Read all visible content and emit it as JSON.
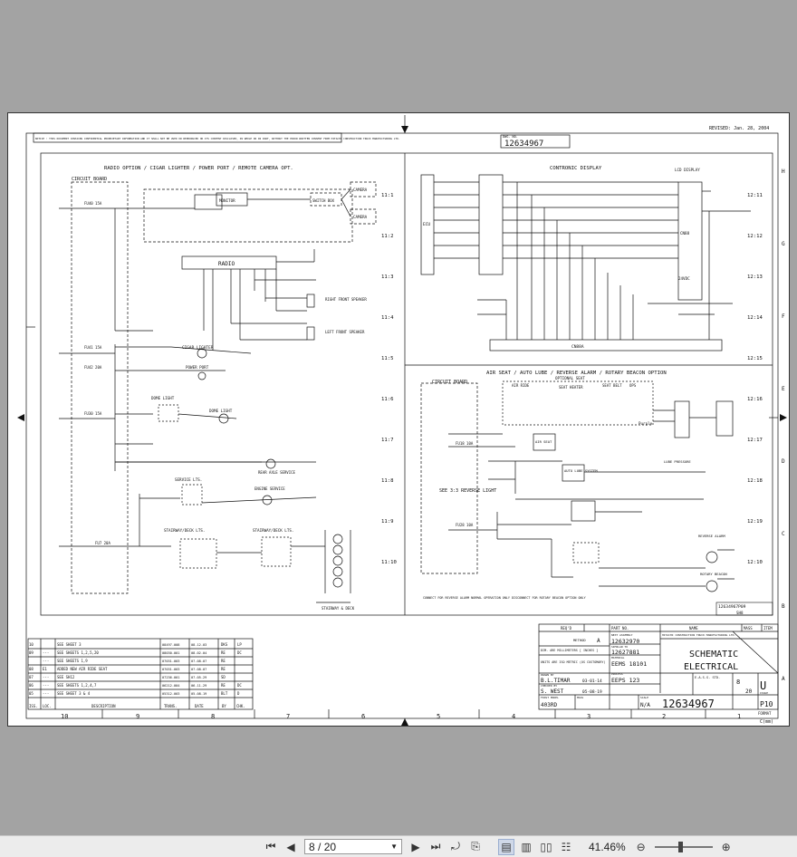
{
  "viewer": {
    "page_current": "8",
    "page_total": "/ 20",
    "zoom": "41.46%"
  },
  "drawing": {
    "revised": "REVISED: Jan. 28, 2004",
    "notice": "NOTICE : THIS DOCUMENT CONTAINS CONFIDENTIAL PROPRIETARY INFORMATION AND IT SHALL NOT BE USED OR REPRODUCED OR ITS CONTENT DISCLOSED, IN WHOLE OR IN PART, WITHOUT THE PRIOR WRITTEN CONSENT FROM HITACHI CONSTRUCTION TRUCK MANUFACTURING LTD.",
    "dwg_no_label": "DWG. NO.",
    "dwg_no": "12634967",
    "section_radio": "RADIO OPTION / CIGAR LIGHTER / POWER PORT / REMOTE CAMERA OPT.",
    "section_contronic": "CONTRONIC DISPLAY",
    "section_airseat": "AIR SEAT / AUTO LUBE / REVERSE ALARM / ROTARY BEACON OPTION",
    "circuit_board": "CIRCUIT BOARD",
    "lcd_display": "LCD DISPLAY",
    "radio": "RADIO",
    "camera": "CAMERA",
    "switch_box": "SWITCH BOX",
    "monitor": "MONITOR",
    "right_speaker": "RIGHT FRONT SPEAKER",
    "left_speaker": "LEFT FRONT SPEAKER",
    "cigar_lighter": "CIGAR LIGHTER",
    "power_port": "POWER PORT",
    "dome_light": "DOME LIGHT",
    "rear_axle": "REAR AXLE SERVICE",
    "engine_service": "ENGINE SERVICE",
    "service_lts": "SERVICE LTS.",
    "stairway_cab": "STAIRWAY/DECK LTS.",
    "stairway_frame": "STAIRWAY/DECK LTS.",
    "stairway_deck": "STAIRWAY & DECK",
    "ecu": "ECU",
    "cn88a": "CN88A",
    "cn88": "CN88",
    "v24": "24VDC",
    "optional_seat": "OPTIONAL SEAT",
    "air_ride": "AIR RIDE",
    "seat_heater": "SEAT HEATER",
    "seat_belt": "SEAT BELT",
    "ops": "OPS",
    "air_seat": "AIR SEAT",
    "auto_lube": "AUTO LUBE SYSTEM",
    "lube_pressure": "LUBE PRESSURE",
    "reverse_alarm": "REVERSE ALARM",
    "rotary_beacon": "ROTARY BEACON",
    "see_reverse": "SEE 3:3 REVERSE LIGHT",
    "purple": "Purple",
    "note": "CONNECT FOR REVERSE ALARM NORMAL OPERATION ONLY DISCONNECT FOR ROTARY BEACON OPTION ONLY",
    "sheet_ref": "12634967P09",
    "sheet_ref2": "SH8",
    "zones_right": [
      "12:11",
      "12:12",
      "12:13",
      "12:14",
      "12:15",
      "12:16",
      "12:17",
      "12:18",
      "12:19",
      "12:10"
    ],
    "zones_left": [
      "11:1",
      "11:2",
      "11:3",
      "11:4",
      "11:5",
      "11:6",
      "11:7",
      "11:8",
      "11:9",
      "11:10"
    ],
    "row_letters": [
      "H",
      "G",
      "F",
      "E",
      "D",
      "C",
      "B",
      "A"
    ],
    "col_numbers": [
      "10",
      "9",
      "8",
      "7",
      "6",
      "5",
      "4",
      "3",
      "2",
      "1"
    ],
    "fuses": [
      "FU40 15A",
      "FU41 15A",
      "FU42 20A",
      "FU30 15A",
      "FU7 20A",
      "FU18 10A",
      "FU28 10A"
    ]
  },
  "revisions": {
    "rows": [
      {
        "iss": "10",
        "loc": "",
        "desc": "SEE SHEET 3",
        "trans": "08497-008",
        "date": "08-12-03",
        "by": "DKS",
        "chk": "LP"
      },
      {
        "iss": "09",
        "loc": "---",
        "desc": "SEE SHEETS 1,2,5,20",
        "trans": "08030-001",
        "date": "08-02-04",
        "by": "RE",
        "chk": "DC"
      },
      {
        "iss": "",
        "loc": "---",
        "desc": "SEE SHEETS 1,9",
        "trans": "07031-003",
        "date": "07-08-07",
        "by": "RE",
        "chk": ""
      },
      {
        "iss": "08",
        "loc": "E1",
        "desc": "ADDED NEW AIR RIDE SEAT",
        "trans": "07031-003",
        "date": "07-08-07",
        "by": "RE",
        "chk": ""
      },
      {
        "iss": "07",
        "loc": "---",
        "desc": "SEE SH12",
        "trans": "07236-001",
        "date": "07-05-29",
        "by": "SD",
        "chk": ""
      },
      {
        "iss": "06",
        "loc": "---",
        "desc": "SEE SHEETS 1,2,4,7",
        "trans": "06212-004",
        "date": "06-11-29",
        "by": "RE",
        "chk": "DC"
      },
      {
        "iss": "05",
        "loc": "---",
        "desc": "SEE SHEET 3 & 4",
        "trans": "05312-003",
        "date": "05-08-19",
        "by": "BLT",
        "chk": "D"
      }
    ],
    "headers": {
      "iss": "ISS.",
      "loc": "LOC.",
      "desc": "DESCRIPTION",
      "trans": "TRANS.",
      "date": "DATE",
      "by": "BY",
      "chk": "CHK."
    }
  },
  "titleblock": {
    "reqd": "REQ'D",
    "part_no": "PART NO.",
    "name": "NAME",
    "mass": "MASS",
    "item": "ITEM",
    "method": "METHOD",
    "method_val": "A",
    "next_assembly_label": "NEXT ASSEMBLY",
    "next_assembly": "12632970",
    "similar_label": "SIMILAR TO",
    "similar": "12627881",
    "material_label": "MATERIAL",
    "material": "EEMS 18101",
    "process_label": "PROCESS",
    "process": "EEPS 123",
    "dims": "DIM. ARE MILLIMETERS [ INCHES ]",
    "units": "UNITS ARE ISO METRIC (US CUSTOMARY)",
    "drawn_label": "DRAWN BY",
    "drawn": "B.L.TIMAR",
    "drawn_date": "03-01-14",
    "checked_label": "CHECKED BY",
    "checked": "S. WEST",
    "checked_date": "05-08-19",
    "first_model_label": "FIRST MODEL",
    "first_model": "403RD",
    "mass_label": "MASS",
    "mass_val": "N/A",
    "scale_label": "SCALE",
    "company": "HITACHI CONSTRUCTION TRUCK MANUFACTURING LTD.",
    "title1": "SCHEMATIC",
    "title2": "ELECTRICAL",
    "eass": "E.A.S.S. STD.",
    "sheet_num": "8",
    "sheet_of": "20",
    "issue": "U",
    "issue_label": "ISSUE",
    "dwg_no": "12634967",
    "size": "P10",
    "format": "FORMAT",
    "format_unit": "C(mm)"
  }
}
